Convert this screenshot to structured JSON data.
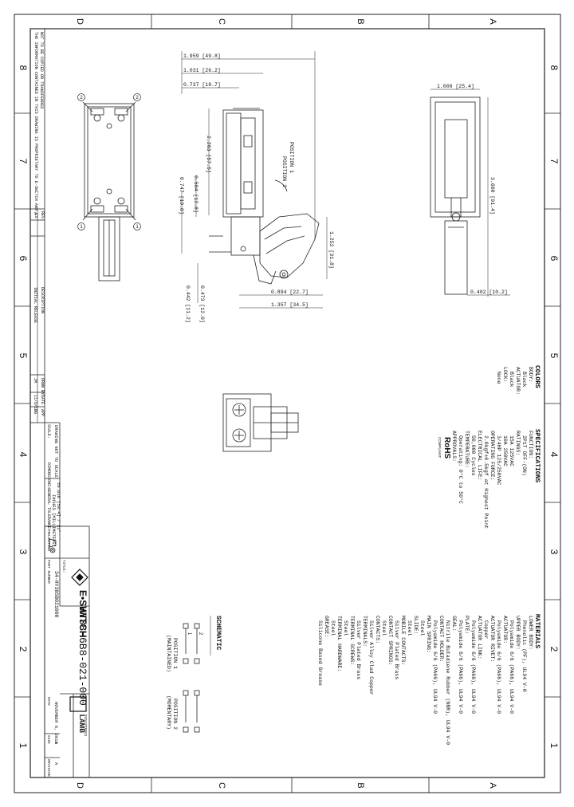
{
  "zones": {
    "letters": [
      "D",
      "C",
      "B",
      "A"
    ],
    "numbers": [
      "8",
      "7",
      "6",
      "5",
      "4",
      "3",
      "2",
      "1"
    ]
  },
  "notice": {
    "line1": "THE INFORMATION CONTAINED IN THIS DRAWING IS PROPRIETARY TO E-SWITCH AND IS",
    "line2": "NOT TO BE COPIED OR TRANSFERRED"
  },
  "revision": {
    "row_a": {
      "rev": "A",
      "desc": "INITIAL RELEASE",
      "by": "JM",
      "date": "11/6/13",
      "appr": "PG"
    },
    "header": {
      "rev": "REV.",
      "desc": "DESCRIPTION",
      "by": "DRWN BY",
      "date": "DATE",
      "appr": "APP"
    }
  },
  "dimensions": {
    "d1": "1.959 [49.8]",
    "d2": "1.031 [26.2]",
    "d3": "0.737 [18.7]",
    "d4": "2.263 [57.5]",
    "d5": "0.504 [12.8]",
    "d6": "0.747 [19.0]",
    "d7": "1.252 [31.8]",
    "d8": "0.894 [22.7]",
    "d9": "1.357 [34.5]",
    "d10": "0.473 [12.0]",
    "d11": "0.442 [11.2]",
    "d12": "1.000 [25.4]",
    "d13": "3.600 [91.4]",
    "d14": "0.402 [10.2]"
  },
  "positions": {
    "p1": "POSITION 1",
    "p2": "POSITION 2"
  },
  "colors_section": {
    "title": "COLORS",
    "lines": [
      "BODY:",
      "Black",
      "ACTUATOR:",
      "Black",
      "LOCK:",
      "None"
    ]
  },
  "specifications": {
    "title": "SPECIFICATIONS",
    "lines": [
      "FUNCTION:",
      "2P1T OFF-(ON)",
      "RATINGS:",
      "15A 125VAC",
      "10A 250VAC",
      "3/4HP 125/250VAC",
      "OPERATING FORCE:",
      "2.0kgf±0.5kgf at Highest Point",
      "ELECTRICAL LIFE:",
      "50,000 Cycles",
      "TEMPERATURE:",
      "Operating: 0°C to 50°C",
      "APPROVALS:"
    ],
    "rohs": "RoHS",
    "rohs_sub": "COMPLIANT"
  },
  "materials": {
    "title": "MATERIALS",
    "lines": [
      "LOWER BODY:",
      "Phenolic (PF), UL94 V-0",
      "UPPER BODY:",
      "Polyamide 6/6 (PA66), UL94 V-0",
      "ACTUATOR:",
      "Polyamide 6/6 (PA66), UL94 V-0",
      "ACTUATOR RIVET:",
      "Copper",
      "ACTUATOR LINK:",
      "Polyamide 6/6 (PA66), UL94 V-0",
      "PLATE:",
      "Polyamide 6/6 (PA66), UL94 V-0",
      "SEAL:",
      "Nitrile Butadiene Rubber (NBR), UL94 V-0",
      "CONTACT HOLDER:",
      "Polyamide 6/6 (PA66), UL94 V-0",
      "MAIN SPRING:",
      "Steel",
      "SLIDE:",
      "Steel",
      "MOBILE CONTACTS:",
      "Silver Plated Brass",
      "CONTACT SPRINGS:",
      "Steel",
      "CONTACTS:",
      "Silver Alloy Clad Copper",
      "TERMINALS:",
      "Silver Plated Brass",
      "TERMINAL SCREWS:",
      "Steel",
      "TERMINAL HARDWARE:",
      "Steel",
      "GREASE:",
      "Silicone Based Grease"
    ]
  },
  "schematic": {
    "title": "SCHEMATIC",
    "pos1_title": "POSITION 1",
    "pos1_sub": "(MAINTAINED)",
    "pos2_title": "POSITION 2",
    "pos2_sub": "(MOMENTARY)",
    "n1": "1",
    "n2": "2"
  },
  "title_block": {
    "dims_label": "DIMENSIONS:",
    "dims_value": "INCHES [MILLIMETERS]",
    "tol_label": "GENERAL TOLERANCE:",
    "tol_value": "±0.016 [±0.4] / ±1°",
    "scale_label": "SCALE:",
    "scale_value": "DRAWING NOT TO SCALE",
    "projection_label": "PROJECTION",
    "part_label": "PART NUMBER",
    "part_code": "34-HY38SB021000",
    "size_label": "SIZE",
    "size_value": "A",
    "title_label": "TITLE:",
    "part_number": "HY38-6B8-021-000",
    "company": "E•SWITCH",
    "lamb": "LAMB",
    "lamb_sub": "INDUSTRIES",
    "date_label": "DATE",
    "date_value": "NOVEMBER 6, 2013",
    "rev_label": "REVISION",
    "rev_value": "A"
  },
  "callouts": [
    "1",
    "2",
    "1",
    "2"
  ]
}
